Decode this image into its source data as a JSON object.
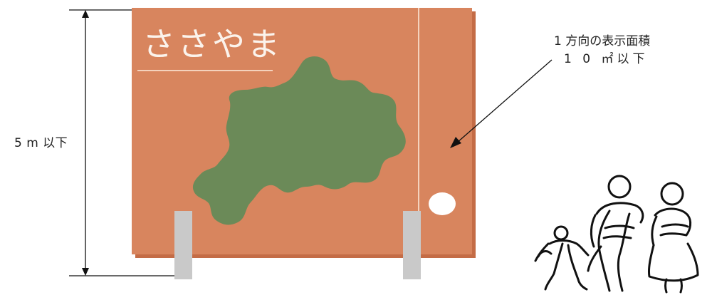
{
  "sign": {
    "title": "ささやま",
    "board_color": "#d8855e",
    "board_shadow_color": "#c46c46",
    "map_color": "#6b8a58",
    "post_color": "#c9c9c9"
  },
  "dimensions": {
    "height_label": "5 m 以下",
    "area_label_line1": "1 方向の表示面積",
    "area_label_line2": "1 0 ㎡以下"
  },
  "figures": {
    "description_icons": [
      "child-figure",
      "man-figure",
      "woman-figure"
    ]
  }
}
